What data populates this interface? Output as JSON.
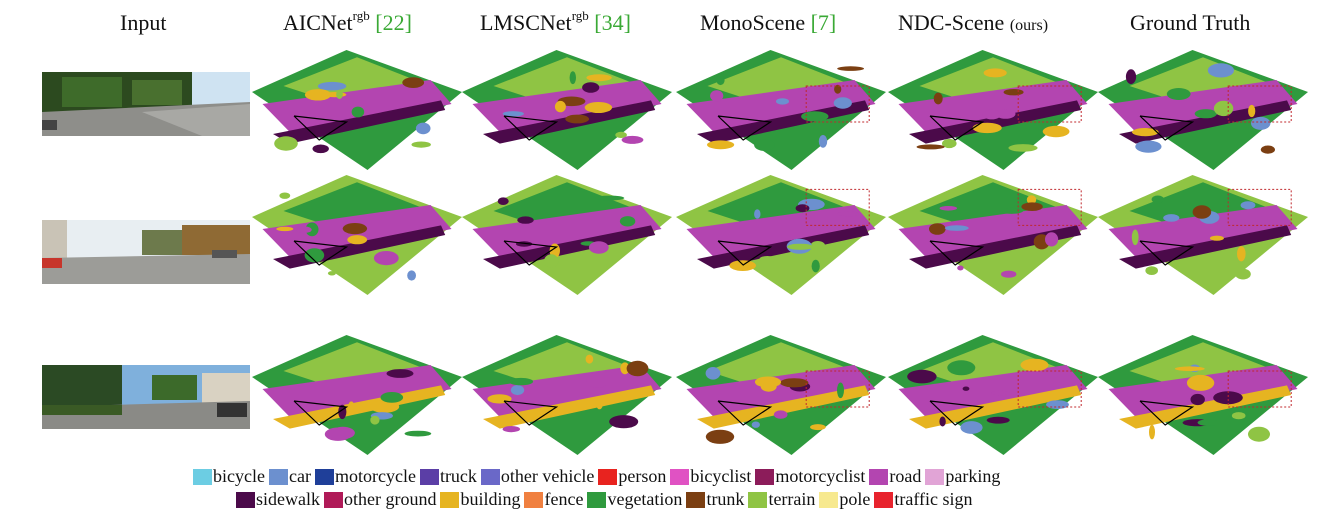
{
  "columns": [
    {
      "main": "Input",
      "sup": "",
      "ref": "",
      "small": ""
    },
    {
      "main": "AICNet",
      "sup": "rgb",
      "ref": "[22]",
      "small": ""
    },
    {
      "main": "LMSCNet",
      "sup": "rgb",
      "ref": "[34]",
      "small": ""
    },
    {
      "main": "MonoScene",
      "sup": "",
      "ref": "[7]",
      "small": ""
    },
    {
      "main": "NDC-Scene",
      "sup": "",
      "ref": "",
      "small": "(ours)"
    },
    {
      "main": "Ground Truth",
      "sup": "",
      "ref": "",
      "small": ""
    }
  ],
  "colors": {
    "bicycle": "#6ccde3",
    "car": "#6c90cf",
    "motorcycle": "#1f3f99",
    "truck": "#5b3ea6",
    "other_vehicle": "#6a68c8",
    "person": "#e8231f",
    "bicyclist": "#e052c3",
    "motorcyclist": "#8c1c5a",
    "road": "#b345b0",
    "parking": "#e1a4d6",
    "sidewalk": "#4b0a4a",
    "other_ground": "#b01a58",
    "building": "#e6b421",
    "fence": "#f08040",
    "vegetation": "#2f9a3e",
    "trunk": "#7b3f12",
    "terrain": "#8fc444",
    "pole": "#f7e98f",
    "traffic_sign": "#e8232d"
  },
  "legend": {
    "row1": [
      {
        "label": "bicycle",
        "color": "#6ccde3"
      },
      {
        "label": "car",
        "color": "#6c90cf"
      },
      {
        "label": "motorcycle",
        "color": "#1f3f99"
      },
      {
        "label": "truck",
        "color": "#5b3ea6"
      },
      {
        "label": "other vehicle",
        "color": "#6a68c8"
      },
      {
        "label": "person",
        "color": "#e8231f"
      },
      {
        "label": "bicyclist",
        "color": "#e052c3"
      },
      {
        "label": "motorcyclist",
        "color": "#8c1c5a"
      },
      {
        "label": "road",
        "color": "#b345b0"
      },
      {
        "label": "parking",
        "color": "#e1a4d6"
      }
    ],
    "row2": [
      {
        "label": "sidewalk",
        "color": "#4b0a4a"
      },
      {
        "label": "other ground",
        "color": "#b01a58"
      },
      {
        "label": "building",
        "color": "#e6b421"
      },
      {
        "label": "fence",
        "color": "#f08040"
      },
      {
        "label": "vegetation",
        "color": "#2f9a3e"
      },
      {
        "label": "trunk",
        "color": "#7b3f12"
      },
      {
        "label": "terrain",
        "color": "#8fc444"
      },
      {
        "label": "pole",
        "color": "#f7e98f"
      },
      {
        "label": "traffic sign",
        "color": "#e8232d"
      }
    ]
  }
}
